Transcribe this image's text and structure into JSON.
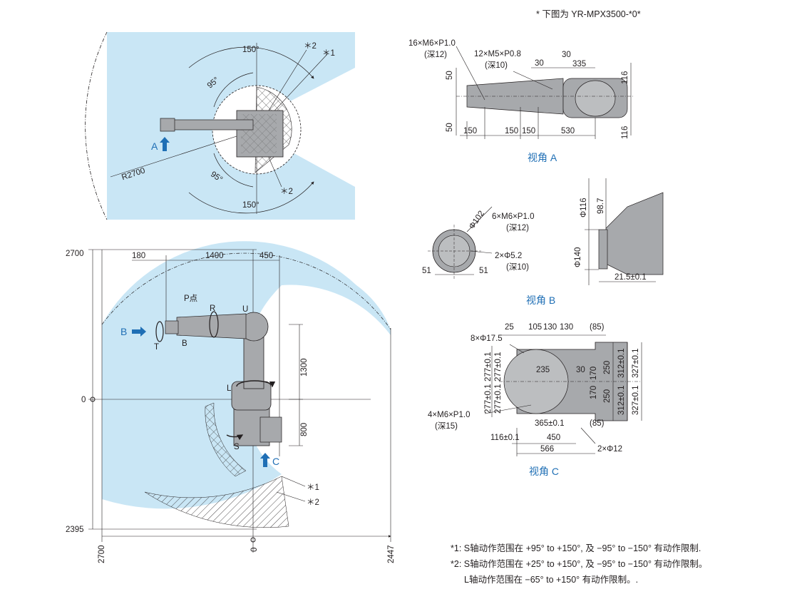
{
  "header_note": "* 下图为 YR-MPX3500-*0*",
  "top_view": {
    "angle_top": "150°",
    "angle_bottom": "150°",
    "angle_upper": "95°",
    "angle_lower": "95°",
    "marker_2_top": "＊2",
    "marker_1_top": "＊1",
    "marker_2_bottom": "＊2",
    "radius": "R2700",
    "arrow_label": "A"
  },
  "side_view": {
    "dim_2700_left": "2700",
    "dim_180": "180",
    "dim_1400": "1400",
    "dim_450": "450",
    "dim_0_left": "0",
    "dim_2395": "2395",
    "dim_2700_bottom": "2700",
    "dim_0_bottom": "0",
    "dim_2447": "2447",
    "dim_1300": "1300",
    "dim_800": "800",
    "p_point": "P点",
    "axis_r": "R",
    "axis_u": "U",
    "axis_b": "B",
    "axis_t": "T",
    "axis_l": "L",
    "axis_s": "S",
    "arrow_b": "B",
    "arrow_c": "C",
    "marker_1": "＊1",
    "marker_2": "＊2"
  },
  "view_a": {
    "hole1": "16×M6×P1.0",
    "hole1_depth": "(深12)",
    "hole2": "12×M5×P0.8",
    "hole2_depth": "(深10)",
    "d30a": "30",
    "d30b": "30",
    "d335": "335",
    "d50a": "50",
    "d50b": "50",
    "d116a": "116",
    "d116b": "116",
    "d150a": "150",
    "d150b": "150",
    "d150c": "150",
    "d530": "530",
    "title": "视角 A"
  },
  "view_b": {
    "phi102": "Φ102",
    "hole1": "6×M6×P1.0",
    "hole1_depth": "(深12)",
    "hole2": "2×Φ5.2",
    "hole2_depth": "(深10)",
    "d51a": "51",
    "d51b": "51",
    "phi116": "Φ116",
    "d98_7": "98.7",
    "phi140": "Φ140",
    "d21_5": "21.5±0.1",
    "title": "视角 B"
  },
  "view_c": {
    "d25": "25",
    "d105": "105",
    "d130a": "130",
    "d130b": "130",
    "d85a": "(85)",
    "hole1": "8×Φ17.5",
    "d277a": "277±0.1",
    "d277b": "277±0.1",
    "d277c": "277±0.1",
    "d277d": "277±0.1",
    "d235": "235",
    "d30": "30",
    "d170a": "170",
    "d170b": "170",
    "d250a": "250",
    "d250b": "250",
    "d312a": "312±0.1",
    "d312b": "312±0.1",
    "d327a": "327±0.1",
    "d327b": "327±0.1",
    "hole2": "4×M6×P1.0",
    "hole2_depth": "(深15)",
    "d365": "365±0.1",
    "d85b": "(85)",
    "d116": "116±0.1",
    "d450": "450",
    "d566": "566",
    "hole3": "2×Φ12",
    "title": "视角 C"
  },
  "notes": {
    "n1": "*1: S轴动作范围在 +95° to +150°, 及 −95° to −150° 有动作限制.",
    "n2": "*2: S轴动作范围在 +25° to +150°, 及 −95° to −150° 有动作限制。",
    "n3": "L轴动作范围在 −65° to +150° 有动作限制。."
  },
  "colors": {
    "work_area": "#c9e6f5",
    "robot_body": "#a7a9ac",
    "accent_blue": "#1f6fb5",
    "line": "#231f20"
  }
}
